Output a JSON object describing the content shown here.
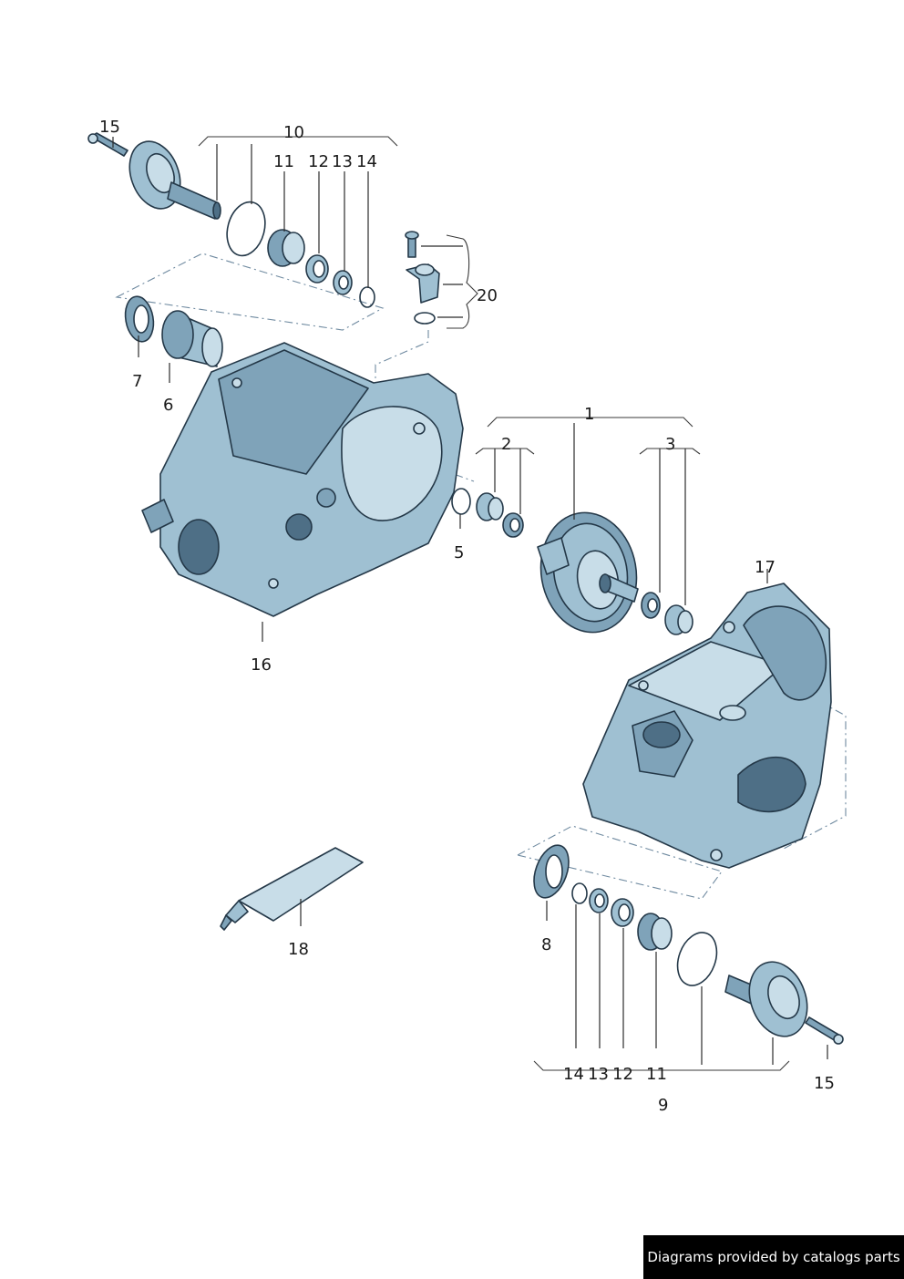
{
  "callouts": {
    "p1": "1",
    "p2": "2",
    "p3": "3",
    "p5": "5",
    "p6": "6",
    "p7": "7",
    "p8": "8",
    "p9": "9",
    "p10": "10",
    "p11a": "11",
    "p12a": "12",
    "p13a": "13",
    "p14a": "14",
    "p11b": "11",
    "p12b": "12",
    "p13b": "13",
    "p14b": "14",
    "p15a": "15",
    "p15b": "15",
    "p16": "16",
    "p17": "17",
    "p18": "18",
    "p20": "20"
  },
  "credit": "Diagrams provided by catalogs parts",
  "colors": {
    "part_fill": "#9fc0d2",
    "outline": "#243848",
    "credit_bg": "#000000"
  }
}
